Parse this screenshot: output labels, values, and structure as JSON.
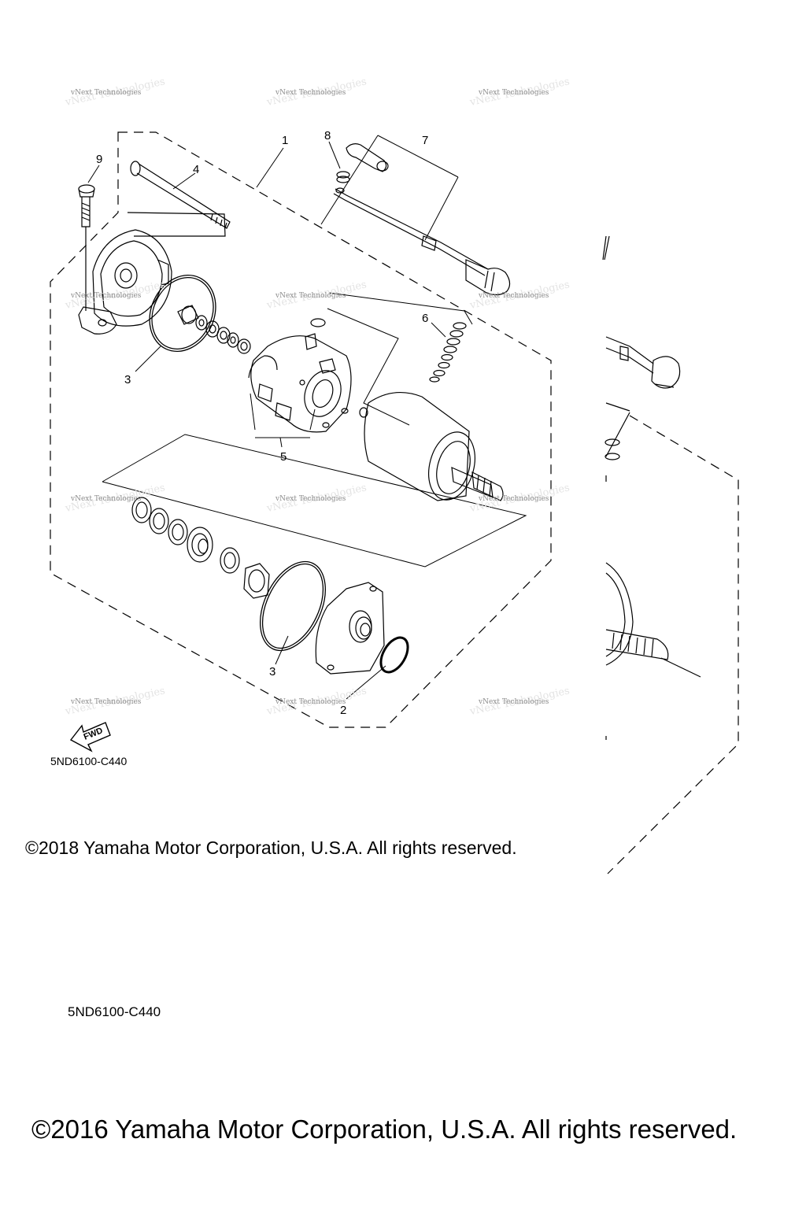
{
  "diagram": {
    "callouts": [
      "1",
      "2",
      "3",
      "3",
      "4",
      "5",
      "6",
      "7",
      "8",
      "9"
    ],
    "watermark": "vNext Technologies",
    "fwd_label": "FWD",
    "inner_code": "5ND6100-C440"
  },
  "footer": {
    "inner_copyright": "©2018 Yamaha Motor Corporation, U.S.A. All rights reserved.",
    "outer_code": "5ND6100-C440",
    "outer_copyright": "©2016 Yamaha Motor Corporation, U.S.A. All rights reserved."
  }
}
